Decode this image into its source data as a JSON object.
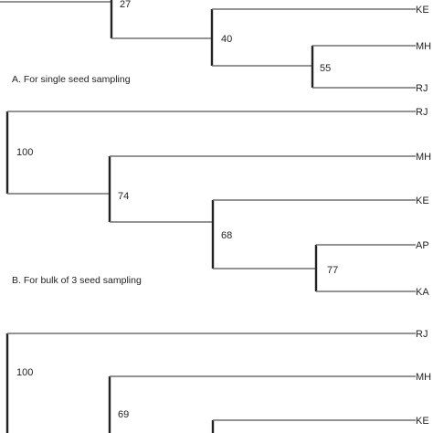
{
  "panels": [
    {
      "id": "A",
      "caption": "A. For single seed sampling",
      "nodes": [
        {
          "id": "n27",
          "support": "27"
        },
        {
          "id": "n40",
          "support": "40"
        },
        {
          "id": "n55",
          "support": "55"
        }
      ],
      "leaves": [
        "KE",
        "MH",
        "RJ"
      ]
    },
    {
      "id": "B",
      "caption": "B. For bulk of 3 seed sampling",
      "nodes": [
        {
          "id": "n100",
          "support": "100"
        },
        {
          "id": "n74",
          "support": "74"
        },
        {
          "id": "n68",
          "support": "68"
        },
        {
          "id": "n77",
          "support": "77"
        }
      ],
      "leaves": [
        "RJ",
        "MH",
        "KE",
        "AP",
        "KA"
      ]
    },
    {
      "id": "C",
      "caption": "",
      "nodes": [
        {
          "id": "n100",
          "support": "100"
        },
        {
          "id": "n69",
          "support": "69"
        }
      ],
      "leaves": [
        "RJ",
        "MH",
        "KE"
      ]
    }
  ]
}
